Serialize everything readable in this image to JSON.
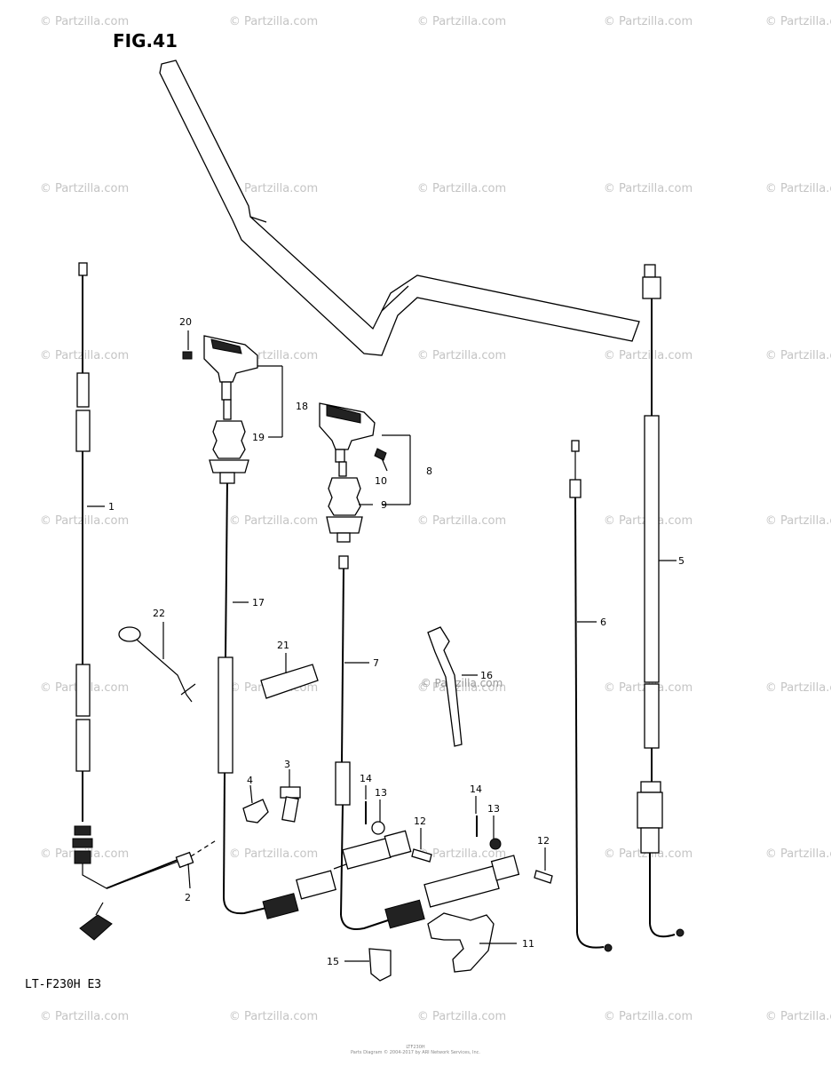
{
  "figure": {
    "title": "FIG.41",
    "model": "LT-F230H E3"
  },
  "watermark": {
    "text": "© Partzilla.com",
    "center_text": "© Partzilla.com",
    "xs": [
      95,
      308,
      520,
      730,
      912
    ],
    "ys": [
      28,
      216,
      404,
      590,
      778,
      965,
      1148
    ]
  },
  "callouts": [
    {
      "id": "c1",
      "label": "1"
    },
    {
      "id": "c2",
      "label": "2"
    },
    {
      "id": "c3",
      "label": "3"
    },
    {
      "id": "c4",
      "label": "4"
    },
    {
      "id": "c5",
      "label": "5"
    },
    {
      "id": "c6",
      "label": "6"
    },
    {
      "id": "c7",
      "label": "7"
    },
    {
      "id": "c8",
      "label": "8"
    },
    {
      "id": "c9",
      "label": "9"
    },
    {
      "id": "c10",
      "label": "10"
    },
    {
      "id": "c11",
      "label": "11"
    },
    {
      "id": "c12a",
      "label": "12"
    },
    {
      "id": "c12b",
      "label": "12"
    },
    {
      "id": "c13a",
      "label": "13"
    },
    {
      "id": "c13b",
      "label": "13"
    },
    {
      "id": "c14a",
      "label": "14"
    },
    {
      "id": "c14b",
      "label": "14"
    },
    {
      "id": "c15",
      "label": "15"
    },
    {
      "id": "c16",
      "label": "16"
    },
    {
      "id": "c17",
      "label": "17"
    },
    {
      "id": "c18",
      "label": "18"
    },
    {
      "id": "c19",
      "label": "19"
    },
    {
      "id": "c20",
      "label": "20"
    },
    {
      "id": "c21",
      "label": "21"
    },
    {
      "id": "c22",
      "label": "22"
    }
  ],
  "footer": {
    "line1": "LTF230H",
    "line2": "Parts Diagram © 2004-2017 by ARI Network Services, Inc."
  }
}
